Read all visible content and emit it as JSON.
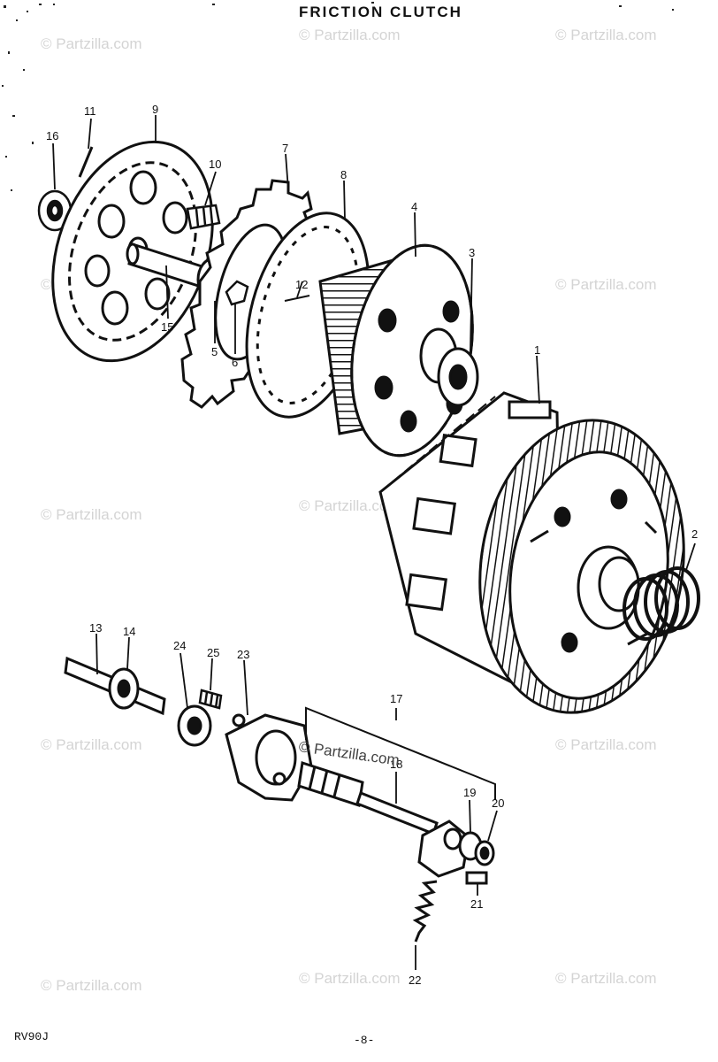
{
  "header": {
    "title": "FRICTION CLUTCH"
  },
  "footer": {
    "model_code": "RV90J",
    "page_number": "-8-"
  },
  "watermark": {
    "text": "© Partzilla.com"
  },
  "callouts": [
    "1",
    "2",
    "3",
    "4",
    "5",
    "6",
    "7",
    "8",
    "9",
    "10",
    "11",
    "12",
    "13",
    "14",
    "15",
    "16",
    "17",
    "18",
    "19",
    "20",
    "21",
    "22",
    "23",
    "24",
    "25"
  ]
}
